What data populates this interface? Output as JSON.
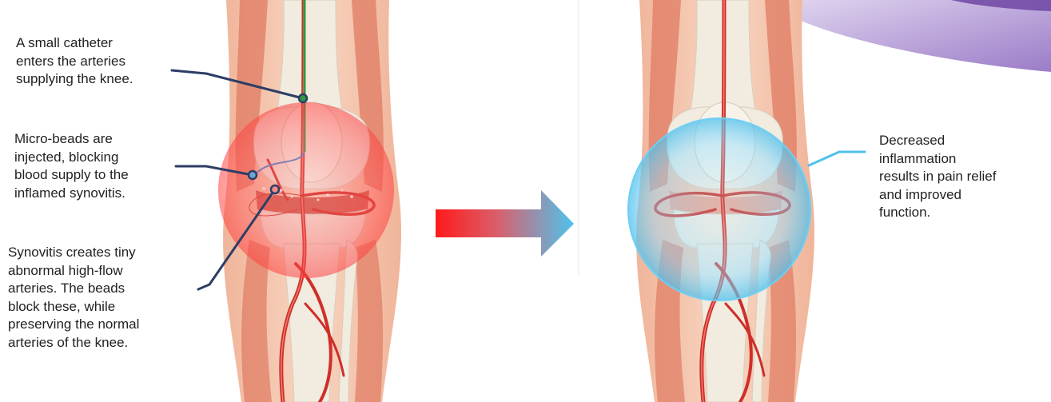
{
  "colors": {
    "skin": "#f3c3a9",
    "muscle": "#dd6e56",
    "bone": "#efe9dd",
    "artery": "#cf2f28",
    "catheter": "#2f9a3f",
    "callout_line_dark": "#2c3e66",
    "callout_line_light": "#4fc0ec",
    "inflamed_glow": "#ff6b6b",
    "treated_glow": "#6fcff5",
    "arrow_start": "#ff1f1f",
    "arrow_end": "#4ec3ee",
    "purple_corner": "#b59fd6"
  },
  "icons": [
    "catheter-entry-marker",
    "bead-marker",
    "synovitis-marker",
    "transition-arrow"
  ],
  "before": {
    "callouts": [
      {
        "lines": [
          "A small catheter",
          "enters the arteries",
          "supplying the knee."
        ]
      },
      {
        "lines": [
          "Micro-beads are",
          "injected, blocking",
          "blood supply to the",
          "inflamed synovitis."
        ]
      },
      {
        "lines": [
          "Synovitis creates tiny",
          "abnormal high-flow",
          "arteries.  The beads",
          "block these, while",
          "preserving the normal",
          "arteries of the knee."
        ]
      }
    ]
  },
  "after": {
    "callout": {
      "lines": [
        "Decreased",
        "inflammation",
        "results in pain relief",
        "and improved",
        "function."
      ]
    }
  }
}
